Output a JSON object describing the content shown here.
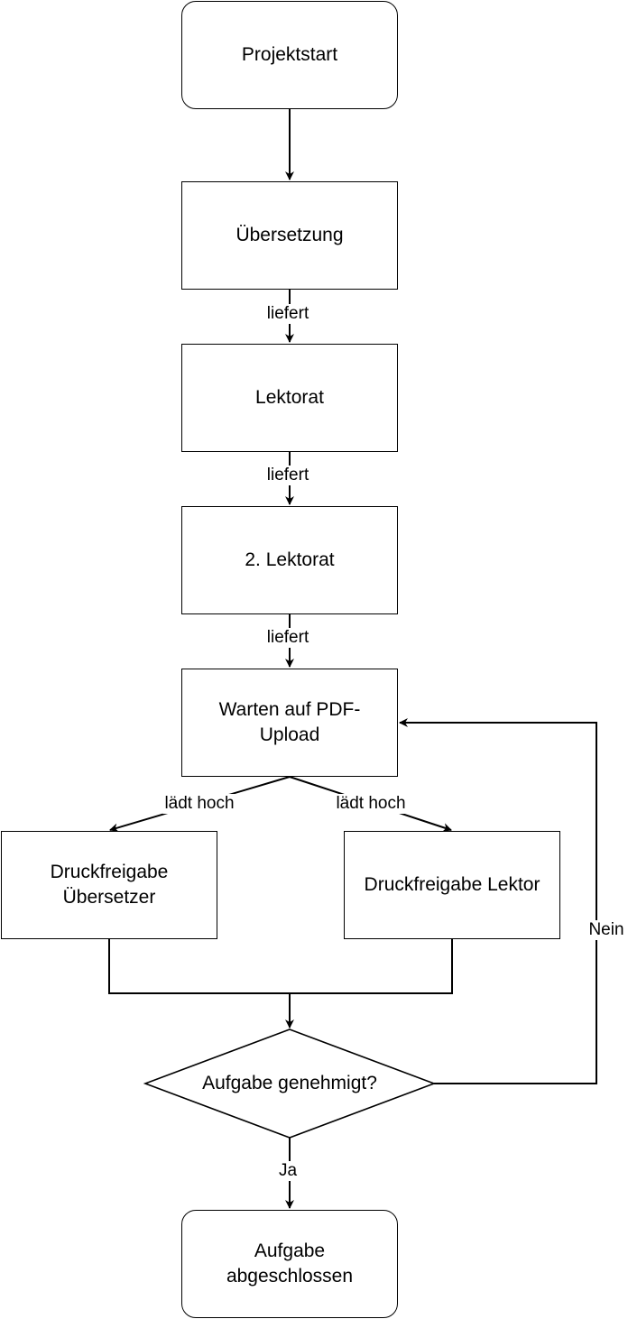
{
  "nodes": {
    "start": "Projektstart",
    "translation": "Übersetzung",
    "editing": "Lektorat",
    "editing2": "2. Lektorat",
    "wait_upload": "Warten auf PDF-Upload",
    "release_translator": "Druckfreigabe Übersetzer",
    "release_editor": "Druckfreigabe Lektor",
    "decision": "Aufgabe genehmigt?",
    "done": "Aufgabe abgeschlossen"
  },
  "edges": {
    "delivers_1": "liefert",
    "delivers_2": "liefert",
    "delivers_3": "liefert",
    "uploads_left": "lädt hoch",
    "uploads_right": "lädt hoch",
    "no": "Nein",
    "yes": "Ja"
  }
}
